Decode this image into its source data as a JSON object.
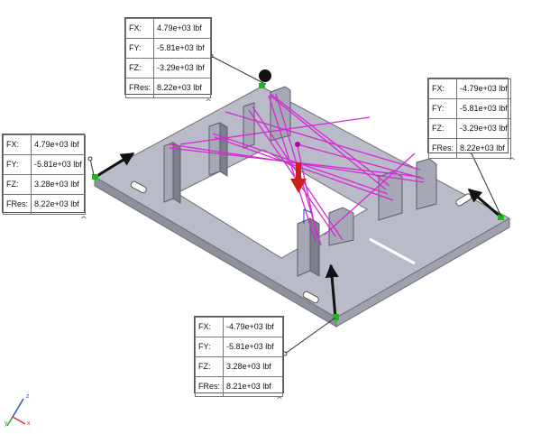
{
  "callouts": {
    "top": {
      "rows": [
        {
          "key": "FX:",
          "value": "4.79e+03 lbf"
        },
        {
          "key": "FY:",
          "value": "-5.81e+03 lbf"
        },
        {
          "key": "FZ:",
          "value": "-3.29e+03 lbf"
        },
        {
          "key": "FRes:",
          "value": "8.22e+03 lbf"
        }
      ],
      "collapse_glyph": "^"
    },
    "right": {
      "rows": [
        {
          "key": "FX:",
          "value": "-4.79e+03 lbf"
        },
        {
          "key": "FY:",
          "value": "-5.81e+03 lbf"
        },
        {
          "key": "FZ:",
          "value": "-3.29e+03 lbf"
        },
        {
          "key": "FRes:",
          "value": "8.22e+03 lbf"
        }
      ],
      "collapse_glyph": "^"
    },
    "left": {
      "rows": [
        {
          "key": "FX:",
          "value": "4.79e+03 lbf"
        },
        {
          "key": "FY:",
          "value": "-5.81e+03 lbf"
        },
        {
          "key": "FZ:",
          "value": "3.28e+03 lbf"
        },
        {
          "key": "FRes:",
          "value": "8.22e+03 lbf"
        }
      ],
      "collapse_glyph": "^"
    },
    "bottom": {
      "rows": [
        {
          "key": "FX:",
          "value": "-4.79e+03 lbf"
        },
        {
          "key": "FY:",
          "value": "-5.81e+03 lbf"
        },
        {
          "key": "FZ:",
          "value": "3.28e+03 lbf"
        },
        {
          "key": "FRes:",
          "value": "8.21e+03 lbf"
        }
      ],
      "collapse_glyph": "^"
    }
  },
  "triad": {
    "x": "x",
    "y": "y",
    "z": "z"
  },
  "colors": {
    "plate": "#b5b7c4",
    "plate_edge": "#6c6e7a",
    "beam": "#d629d6",
    "reaction_arrow": "#111111",
    "gravity_arrow": "#cc1f1f",
    "fixture": "#22b522",
    "triad_x": "#e03030",
    "triad_y": "#2aa02a",
    "triad_z": "#3050d0"
  }
}
